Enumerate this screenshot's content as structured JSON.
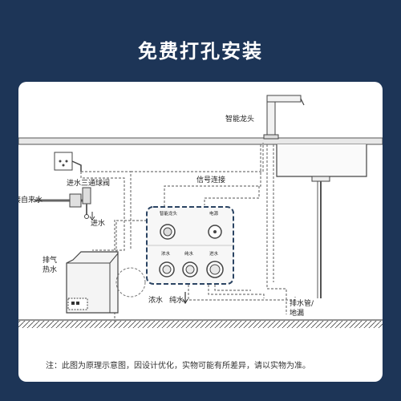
{
  "title": "免费打孔安装",
  "labels": {
    "faucet": "智能龙头",
    "valve": "进水三通球阀",
    "tap_water": "接自来水",
    "signal": "信号连接",
    "inlet_left": "进水",
    "exhaust": "排气",
    "hot_water": "热水",
    "port_faucet": "智能龙头",
    "port_power": "电源",
    "port_concentrate": "浓水",
    "port_pure": "纯水",
    "port_inlet": "进水",
    "concentrate_out": "浓水",
    "pure_out": "纯水",
    "drain_pipe": "排水管/",
    "floor_drain": "地漏"
  },
  "note": "注：此图为原理示意图，因设计优化，实物可能有所差异，请以实物为准。"
}
